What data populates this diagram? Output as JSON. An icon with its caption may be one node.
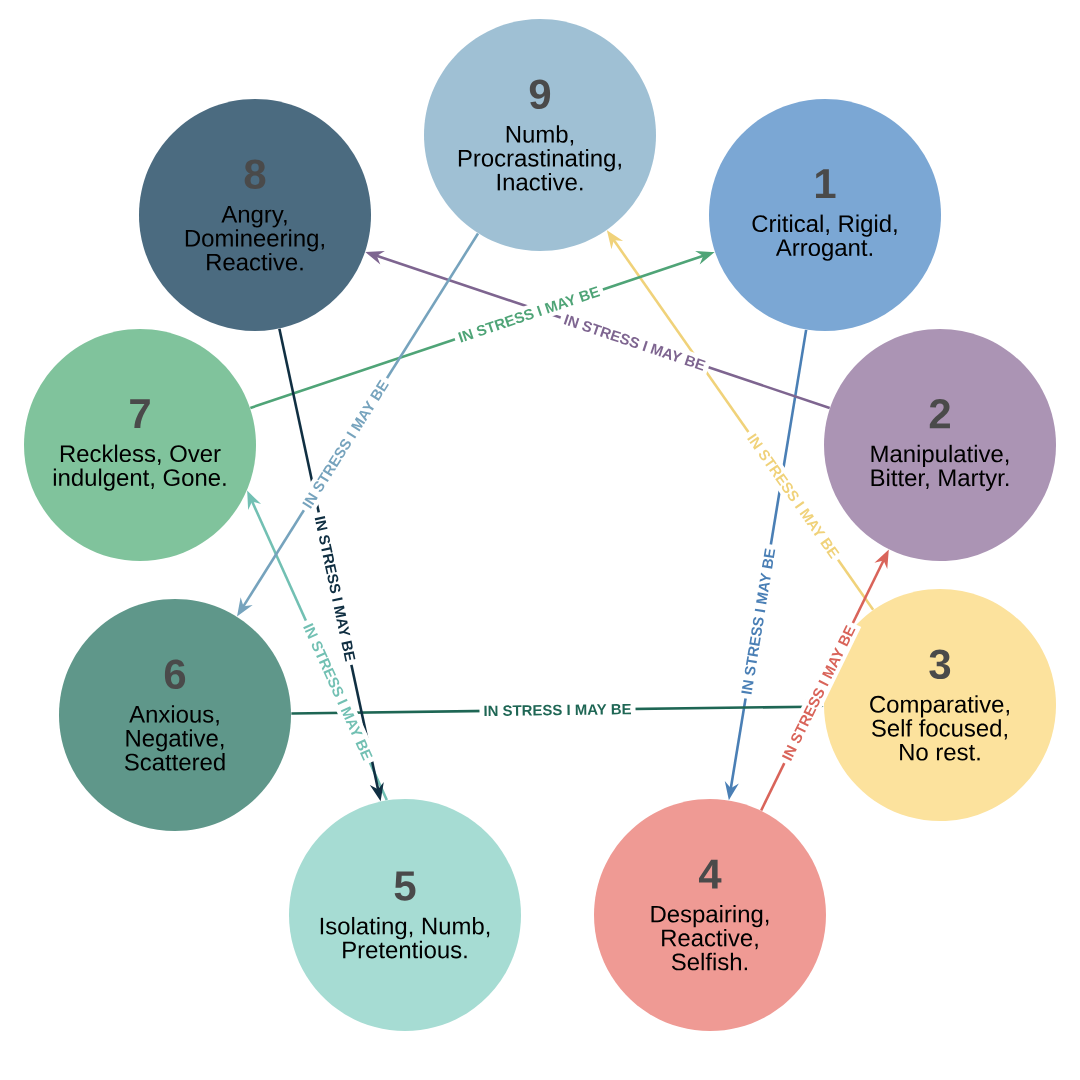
{
  "diagram": {
    "nodes": [
      {
        "text": [
          "1",
          "Critical, Rigid, Arrogant."
        ]
      },
      {
        "text": [
          "2",
          "Manipulative, Bitter, Martyr."
        ]
      },
      {
        "text": [
          "3",
          "Comparative, Self focused, No rest."
        ]
      },
      {
        "text": [
          "4",
          "Despairing, Reactive, Selfish."
        ]
      },
      {
        "text": [
          "5",
          "Isolating, Numb, Pretentious."
        ]
      },
      {
        "text": [
          "6",
          "Anxious, Negative, Scattered"
        ]
      },
      {
        "text": [
          "7",
          "Reckless, Over indulgent, Gone."
        ]
      },
      {
        "text": [
          "8",
          "Angry, Domineering, Reactive."
        ]
      },
      {
        "text": [
          "9",
          "Numb, Procrastinating, Inactive."
        ]
      }
    ],
    "edges": [
      {
        "from": 0,
        "to": 3,
        "arrow": "to",
        "label": "IN STRESS I MAY BE",
        "color": "#4a7fb5"
      },
      {
        "from": 1,
        "to": 7,
        "arrow": "to",
        "label": "IN STRESS I MAY BE",
        "color": "#7e6590"
      },
      {
        "from": 2,
        "to": 8,
        "arrow": "to",
        "label": "IN STRESS I MAY BE",
        "color": "#f0d27a"
      },
      {
        "from": 3,
        "to": 1,
        "arrow": "to",
        "label": "IN STRESS I MAY BE",
        "color": "#d9645a"
      },
      {
        "from": 4,
        "to": 6,
        "arrow": "to",
        "label": "IN STRESS I MAY BE",
        "color": "#72c0b3"
      },
      {
        "from": 5,
        "to": 2,
        "arrow": "to",
        "label": "IN STRESS I MAY BE",
        "color": "#1e6654"
      },
      {
        "from": 6,
        "to": 0,
        "arrow": "to",
        "label": "IN STRESS I MAY BE",
        "color": "#4fa477"
      },
      {
        "from": 7,
        "to": 4,
        "arrow": "to",
        "label": "IN STRESS I MAY BE",
        "color": "#102f42"
      },
      {
        "from": 8,
        "to": 5,
        "arrow": "to",
        "label": "IN STRESS I MAY BE",
        "color": "#76a3bd"
      }
    ]
  }
}
